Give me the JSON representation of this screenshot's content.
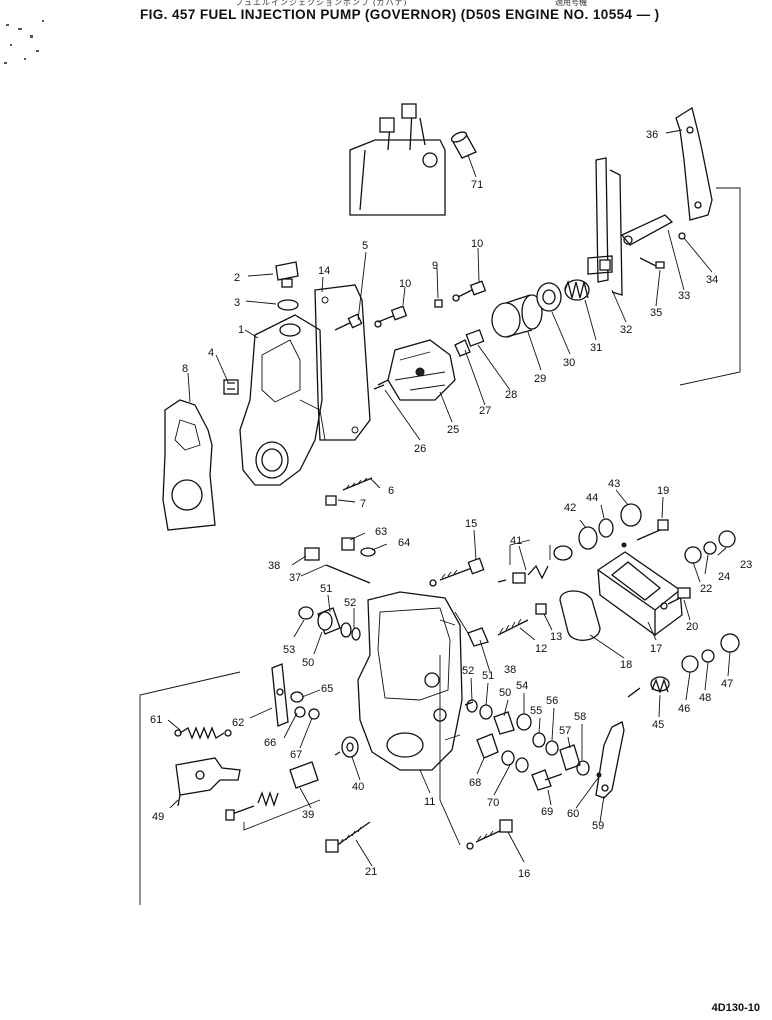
{
  "header": {
    "jp_title": "フュエルインジェクションポンプ (ガバナ)",
    "jp_right": "適用号機",
    "title": "FIG. 457  FUEL INJECTION PUMP (GOVERNOR) (D50S ENGINE NO. 10554 — )"
  },
  "footer": {
    "code": "4D130-10"
  },
  "parts": [
    {
      "id": "p1",
      "label": "1"
    },
    {
      "id": "p2",
      "label": "2"
    },
    {
      "id": "p3",
      "label": "3"
    },
    {
      "id": "p4",
      "label": "4"
    },
    {
      "id": "p5",
      "label": "5"
    },
    {
      "id": "p6",
      "label": "6"
    },
    {
      "id": "p7",
      "label": "7"
    },
    {
      "id": "p8",
      "label": "8"
    },
    {
      "id": "p9",
      "label": "9"
    },
    {
      "id": "p10a",
      "label": "10"
    },
    {
      "id": "p10b",
      "label": "10"
    },
    {
      "id": "p11",
      "label": "11"
    },
    {
      "id": "p12",
      "label": "12"
    },
    {
      "id": "p13",
      "label": "13"
    },
    {
      "id": "p14",
      "label": "14"
    },
    {
      "id": "p15",
      "label": "15"
    },
    {
      "id": "p16",
      "label": "16"
    },
    {
      "id": "p17",
      "label": "17"
    },
    {
      "id": "p18",
      "label": "18"
    },
    {
      "id": "p19",
      "label": "19"
    },
    {
      "id": "p20",
      "label": "20"
    },
    {
      "id": "p21",
      "label": "21"
    },
    {
      "id": "p22",
      "label": "22"
    },
    {
      "id": "p23",
      "label": "23"
    },
    {
      "id": "p24",
      "label": "24"
    },
    {
      "id": "p25",
      "label": "25"
    },
    {
      "id": "p26",
      "label": "26"
    },
    {
      "id": "p27",
      "label": "27"
    },
    {
      "id": "p28",
      "label": "28"
    },
    {
      "id": "p29",
      "label": "29"
    },
    {
      "id": "p30",
      "label": "30"
    },
    {
      "id": "p31",
      "label": "31"
    },
    {
      "id": "p32",
      "label": "32"
    },
    {
      "id": "p33",
      "label": "33"
    },
    {
      "id": "p34",
      "label": "34"
    },
    {
      "id": "p35",
      "label": "35"
    },
    {
      "id": "p36",
      "label": "36"
    },
    {
      "id": "p37",
      "label": "37"
    },
    {
      "id": "p38a",
      "label": "38"
    },
    {
      "id": "p38b",
      "label": "38"
    },
    {
      "id": "p39",
      "label": "39"
    },
    {
      "id": "p40",
      "label": "40"
    },
    {
      "id": "p41",
      "label": "41"
    },
    {
      "id": "p42",
      "label": "42"
    },
    {
      "id": "p43",
      "label": "43"
    },
    {
      "id": "p44",
      "label": "44"
    },
    {
      "id": "p45",
      "label": "45"
    },
    {
      "id": "p46",
      "label": "46"
    },
    {
      "id": "p47",
      "label": "47"
    },
    {
      "id": "p48",
      "label": "48"
    },
    {
      "id": "p49",
      "label": "49"
    },
    {
      "id": "p50a",
      "label": "50"
    },
    {
      "id": "p50b",
      "label": "50"
    },
    {
      "id": "p51a",
      "label": "51"
    },
    {
      "id": "p51b",
      "label": "51"
    },
    {
      "id": "p52a",
      "label": "52"
    },
    {
      "id": "p52b",
      "label": "52"
    },
    {
      "id": "p53",
      "label": "53"
    },
    {
      "id": "p54",
      "label": "54"
    },
    {
      "id": "p55",
      "label": "55"
    },
    {
      "id": "p56",
      "label": "56"
    },
    {
      "id": "p57",
      "label": "57"
    },
    {
      "id": "p58",
      "label": "58"
    },
    {
      "id": "p59",
      "label": "59"
    },
    {
      "id": "p60",
      "label": "60"
    },
    {
      "id": "p61",
      "label": "61"
    },
    {
      "id": "p62",
      "label": "62"
    },
    {
      "id": "p63",
      "label": "63"
    },
    {
      "id": "p64",
      "label": "64"
    },
    {
      "id": "p65",
      "label": "65"
    },
    {
      "id": "p66",
      "label": "66"
    },
    {
      "id": "p67",
      "label": "67"
    },
    {
      "id": "p68",
      "label": "68"
    },
    {
      "id": "p69",
      "label": "69"
    },
    {
      "id": "p70",
      "label": "70"
    },
    {
      "id": "p71",
      "label": "71"
    }
  ]
}
